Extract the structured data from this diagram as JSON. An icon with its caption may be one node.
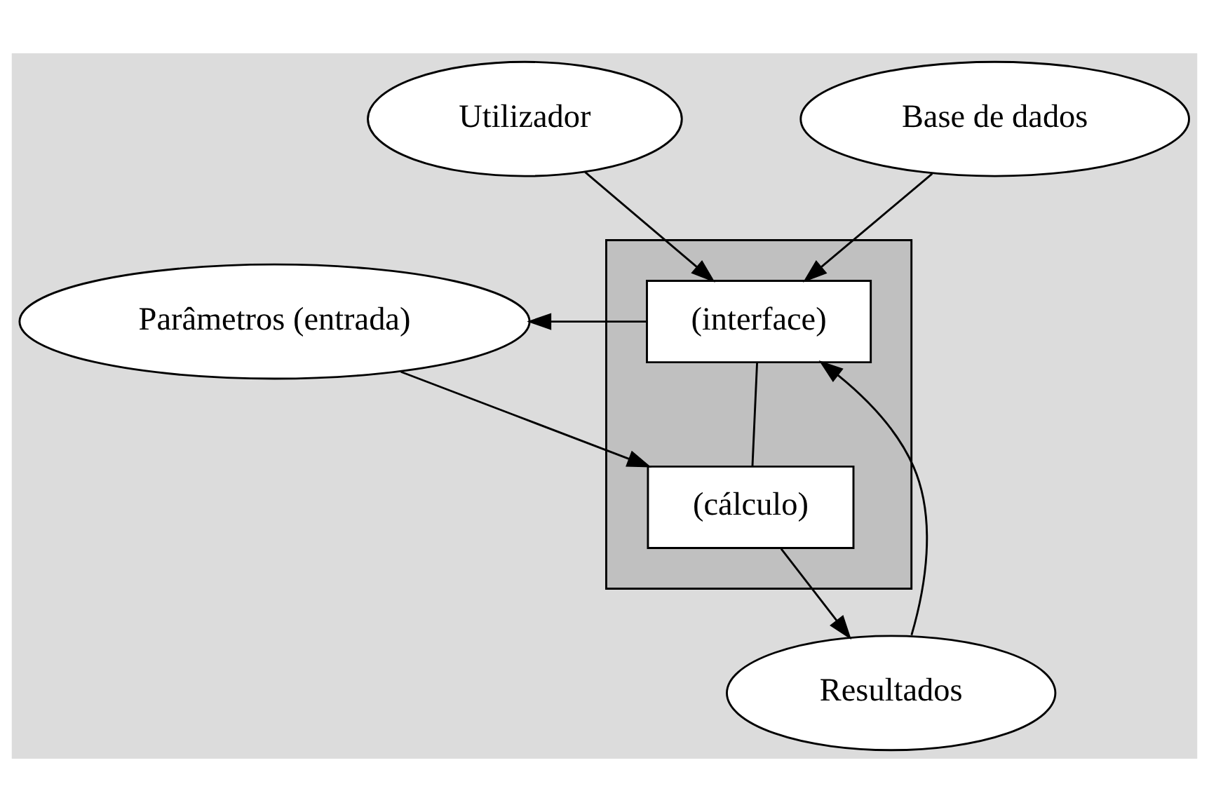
{
  "diagram": {
    "nodes": [
      {
        "text": [
          "Utilizador"
        ]
      },
      {
        "text": [
          "Base de dados"
        ]
      },
      {
        "text": [],
        "shape": "box"
      },
      {
        "text": [
          "(interface)"
        ],
        "in": 2
      },
      {
        "text": [
          "(cálculo)"
        ],
        "in": 2
      },
      {
        "text": [
          "Resultados"
        ]
      },
      {
        "text": [
          "Parâmetros (entrada)"
        ]
      }
    ],
    "edges": [
      {
        "from": 0,
        "to": 3,
        "arrow": "to"
      },
      {
        "from": 1,
        "to": 3,
        "arrow": "to"
      },
      {
        "from": 5,
        "to": 3,
        "arrow": "to"
      },
      {
        "from": 3,
        "to": 6,
        "arrow": "to"
      },
      {
        "from": 3,
        "to": 4,
        "arrow": "none"
      },
      {
        "from": 4,
        "to": 5,
        "arrow": "to"
      },
      {
        "from": 6,
        "to": 4,
        "arrow": "to"
      }
    ]
  }
}
